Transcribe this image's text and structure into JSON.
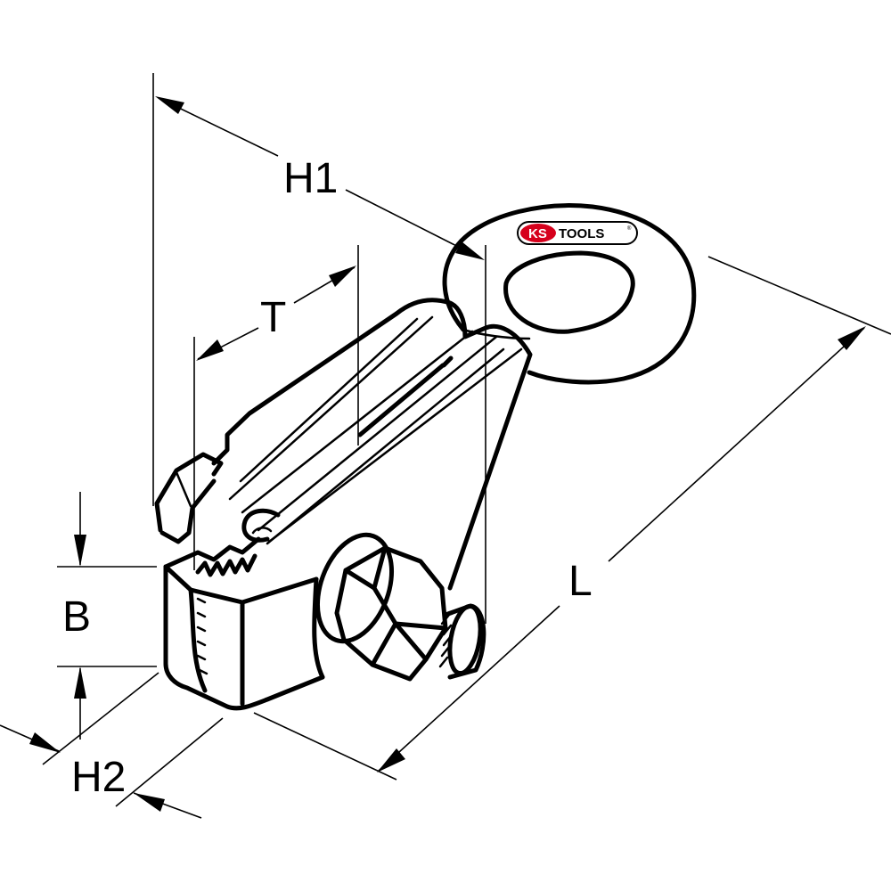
{
  "labels": {
    "h1": "H1",
    "t": "T",
    "l": "L",
    "b": "B",
    "h2": "H2"
  },
  "logo": {
    "prefix": "KS",
    "suffix": "TOOLS",
    "mark": "®"
  },
  "colors": {
    "ink": "#000000",
    "paper": "#ffffff",
    "logo_red": "#d6001c"
  }
}
